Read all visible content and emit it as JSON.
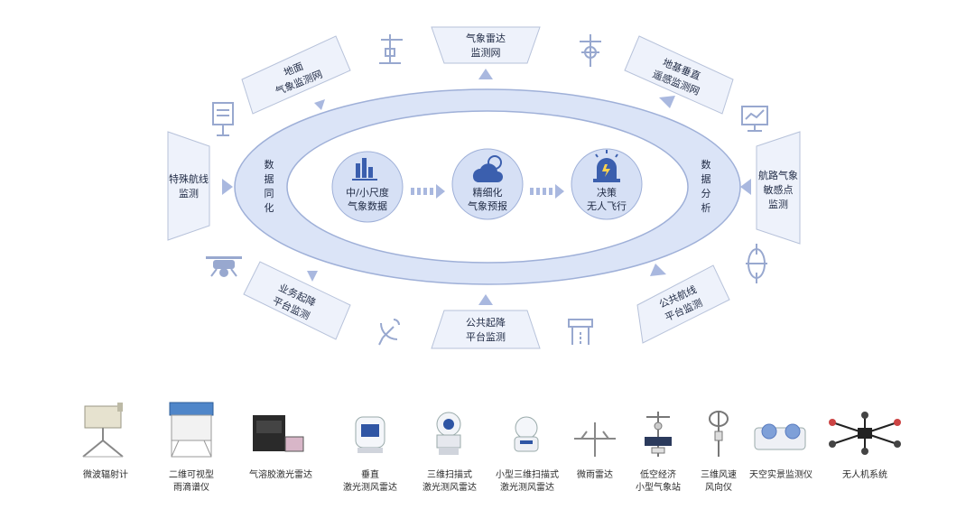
{
  "colors": {
    "panel_fill": "#eef2fb",
    "panel_stroke": "#b7c2da",
    "ring_fill": "#dbe4f7",
    "ring_stroke": "#9fb0d8",
    "inner_fill": "#ffffff",
    "accent": "#3b5fae",
    "circle_fill": "#d6e0f5",
    "arrow": "#a9b8df",
    "icon": "#98a8cf"
  },
  "panels": {
    "top_center": [
      "气象雷达",
      "监测网"
    ],
    "top_left": [
      "地面",
      "气象监测网"
    ],
    "top_right": [
      "地基垂直",
      "遥感监测网"
    ],
    "left": [
      "特殊航线",
      "监测"
    ],
    "right": [
      "航路气象",
      "敏感点",
      "监测"
    ],
    "bottom_left": [
      "业务起降",
      "平台监测"
    ],
    "bottom_center": [
      "公共起降",
      "平台监测"
    ],
    "bottom_right": [
      "公共航线",
      "平台监测"
    ]
  },
  "ring_labels": {
    "left": [
      "数",
      "据",
      "同",
      "化"
    ],
    "right": [
      "数",
      "据",
      "分",
      "析"
    ]
  },
  "stages": [
    {
      "icon": "bar-chart-icon",
      "lines": [
        "中/小尺度",
        "气象数据"
      ]
    },
    {
      "icon": "cloud-sun-icon",
      "lines": [
        "精细化",
        "气象预报"
      ]
    },
    {
      "icon": "alarm-light-icon",
      "lines": [
        "决策",
        "无人飞行"
      ]
    }
  ],
  "equipment": [
    {
      "icon": "microwave-radiometer-icon",
      "lines": [
        "微波辐射计"
      ]
    },
    {
      "icon": "2d-disdrometer-icon",
      "lines": [
        "二维可视型",
        "雨滴谱仪"
      ]
    },
    {
      "icon": "aerosol-lidar-icon",
      "lines": [
        "气溶胶激光雷达"
      ]
    },
    {
      "icon": "vertical-wind-lidar-icon",
      "lines": [
        "垂直",
        "激光测风雷达"
      ]
    },
    {
      "icon": "3d-scanning-lidar-icon",
      "lines": [
        "三维扫描式",
        "激光测风雷达"
      ]
    },
    {
      "icon": "mini-3d-lidar-icon",
      "lines": [
        "小型三维扫描式",
        "激光测风雷达"
      ]
    },
    {
      "icon": "micro-rain-radar-icon",
      "lines": [
        "微雨雷达"
      ]
    },
    {
      "icon": "weather-station-icon",
      "lines": [
        "低空经济",
        "小型气象站"
      ]
    },
    {
      "icon": "3d-anemometer-icon",
      "lines": [
        "三维风速",
        "风向仪"
      ]
    },
    {
      "icon": "sky-imager-icon",
      "lines": [
        "天空实景监测仪"
      ]
    },
    {
      "icon": "drone-icon",
      "lines": [
        "无人机系统"
      ]
    }
  ]
}
